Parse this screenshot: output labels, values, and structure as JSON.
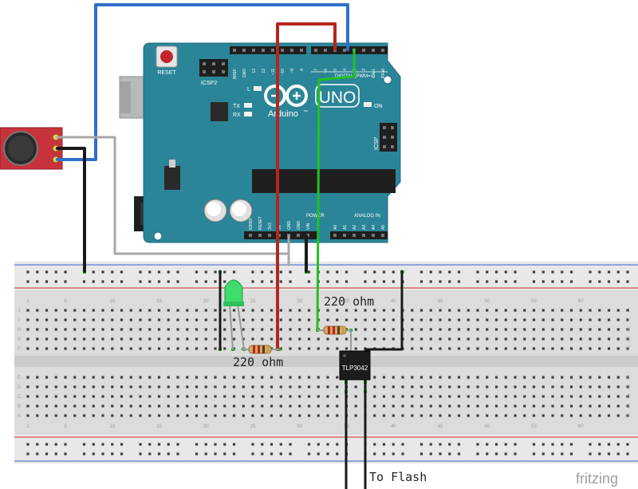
{
  "arduino": {
    "reset_label": "RESET",
    "icsp2_label": "ICSP2",
    "icsp_label": "ICSP",
    "l_label": "L",
    "tx_label": "TX",
    "rx_label": "RX",
    "on_label": "ON",
    "brand_label": "Arduino",
    "tm_label": "™",
    "model_label": "UNO",
    "digital_label": "DIGITAL (PWM=~)",
    "power_label": "POWER",
    "analog_label": "ANALOG IN",
    "header_top_labels": [
      "AREF",
      "GND",
      "13",
      "12",
      "~11",
      "~10",
      "~9",
      "8",
      "7",
      "~6",
      "~5",
      "4",
      "~3",
      "2",
      "TX▸1",
      "RX◂0"
    ],
    "power_pin_labels": [
      "IOREF",
      "RESET",
      "3V3",
      "5V",
      "GND",
      "GND",
      "VIN"
    ],
    "analog_pin_labels": [
      "A0",
      "A1",
      "A2",
      "A3",
      "A4",
      "A5"
    ]
  },
  "breadboard": {
    "row_letters": [
      "J",
      "I",
      "H",
      "G",
      "F",
      "E",
      "D",
      "C",
      "B",
      "A"
    ],
    "column_numbers": [
      "1",
      "5",
      "10",
      "15",
      "20",
      "25",
      "30",
      "35",
      "40",
      "45",
      "50",
      "55",
      "60"
    ]
  },
  "labels": {
    "resistor1": "220 ohm",
    "resistor2": "220 ohm",
    "to_flash": "To Flash",
    "optocoupler": "TLP3042",
    "fritzing": "fritzing"
  },
  "colors": {
    "arduino_board": "#2b8598",
    "wire_red": "#b5261d",
    "wire_green": "#23c023",
    "wire_blue": "#2f6fc8",
    "wire_black": "#1a1a1a",
    "wire_gray": "#a8a8a8",
    "sensor_board": "#c8323c",
    "led": "#3ddc6b"
  }
}
